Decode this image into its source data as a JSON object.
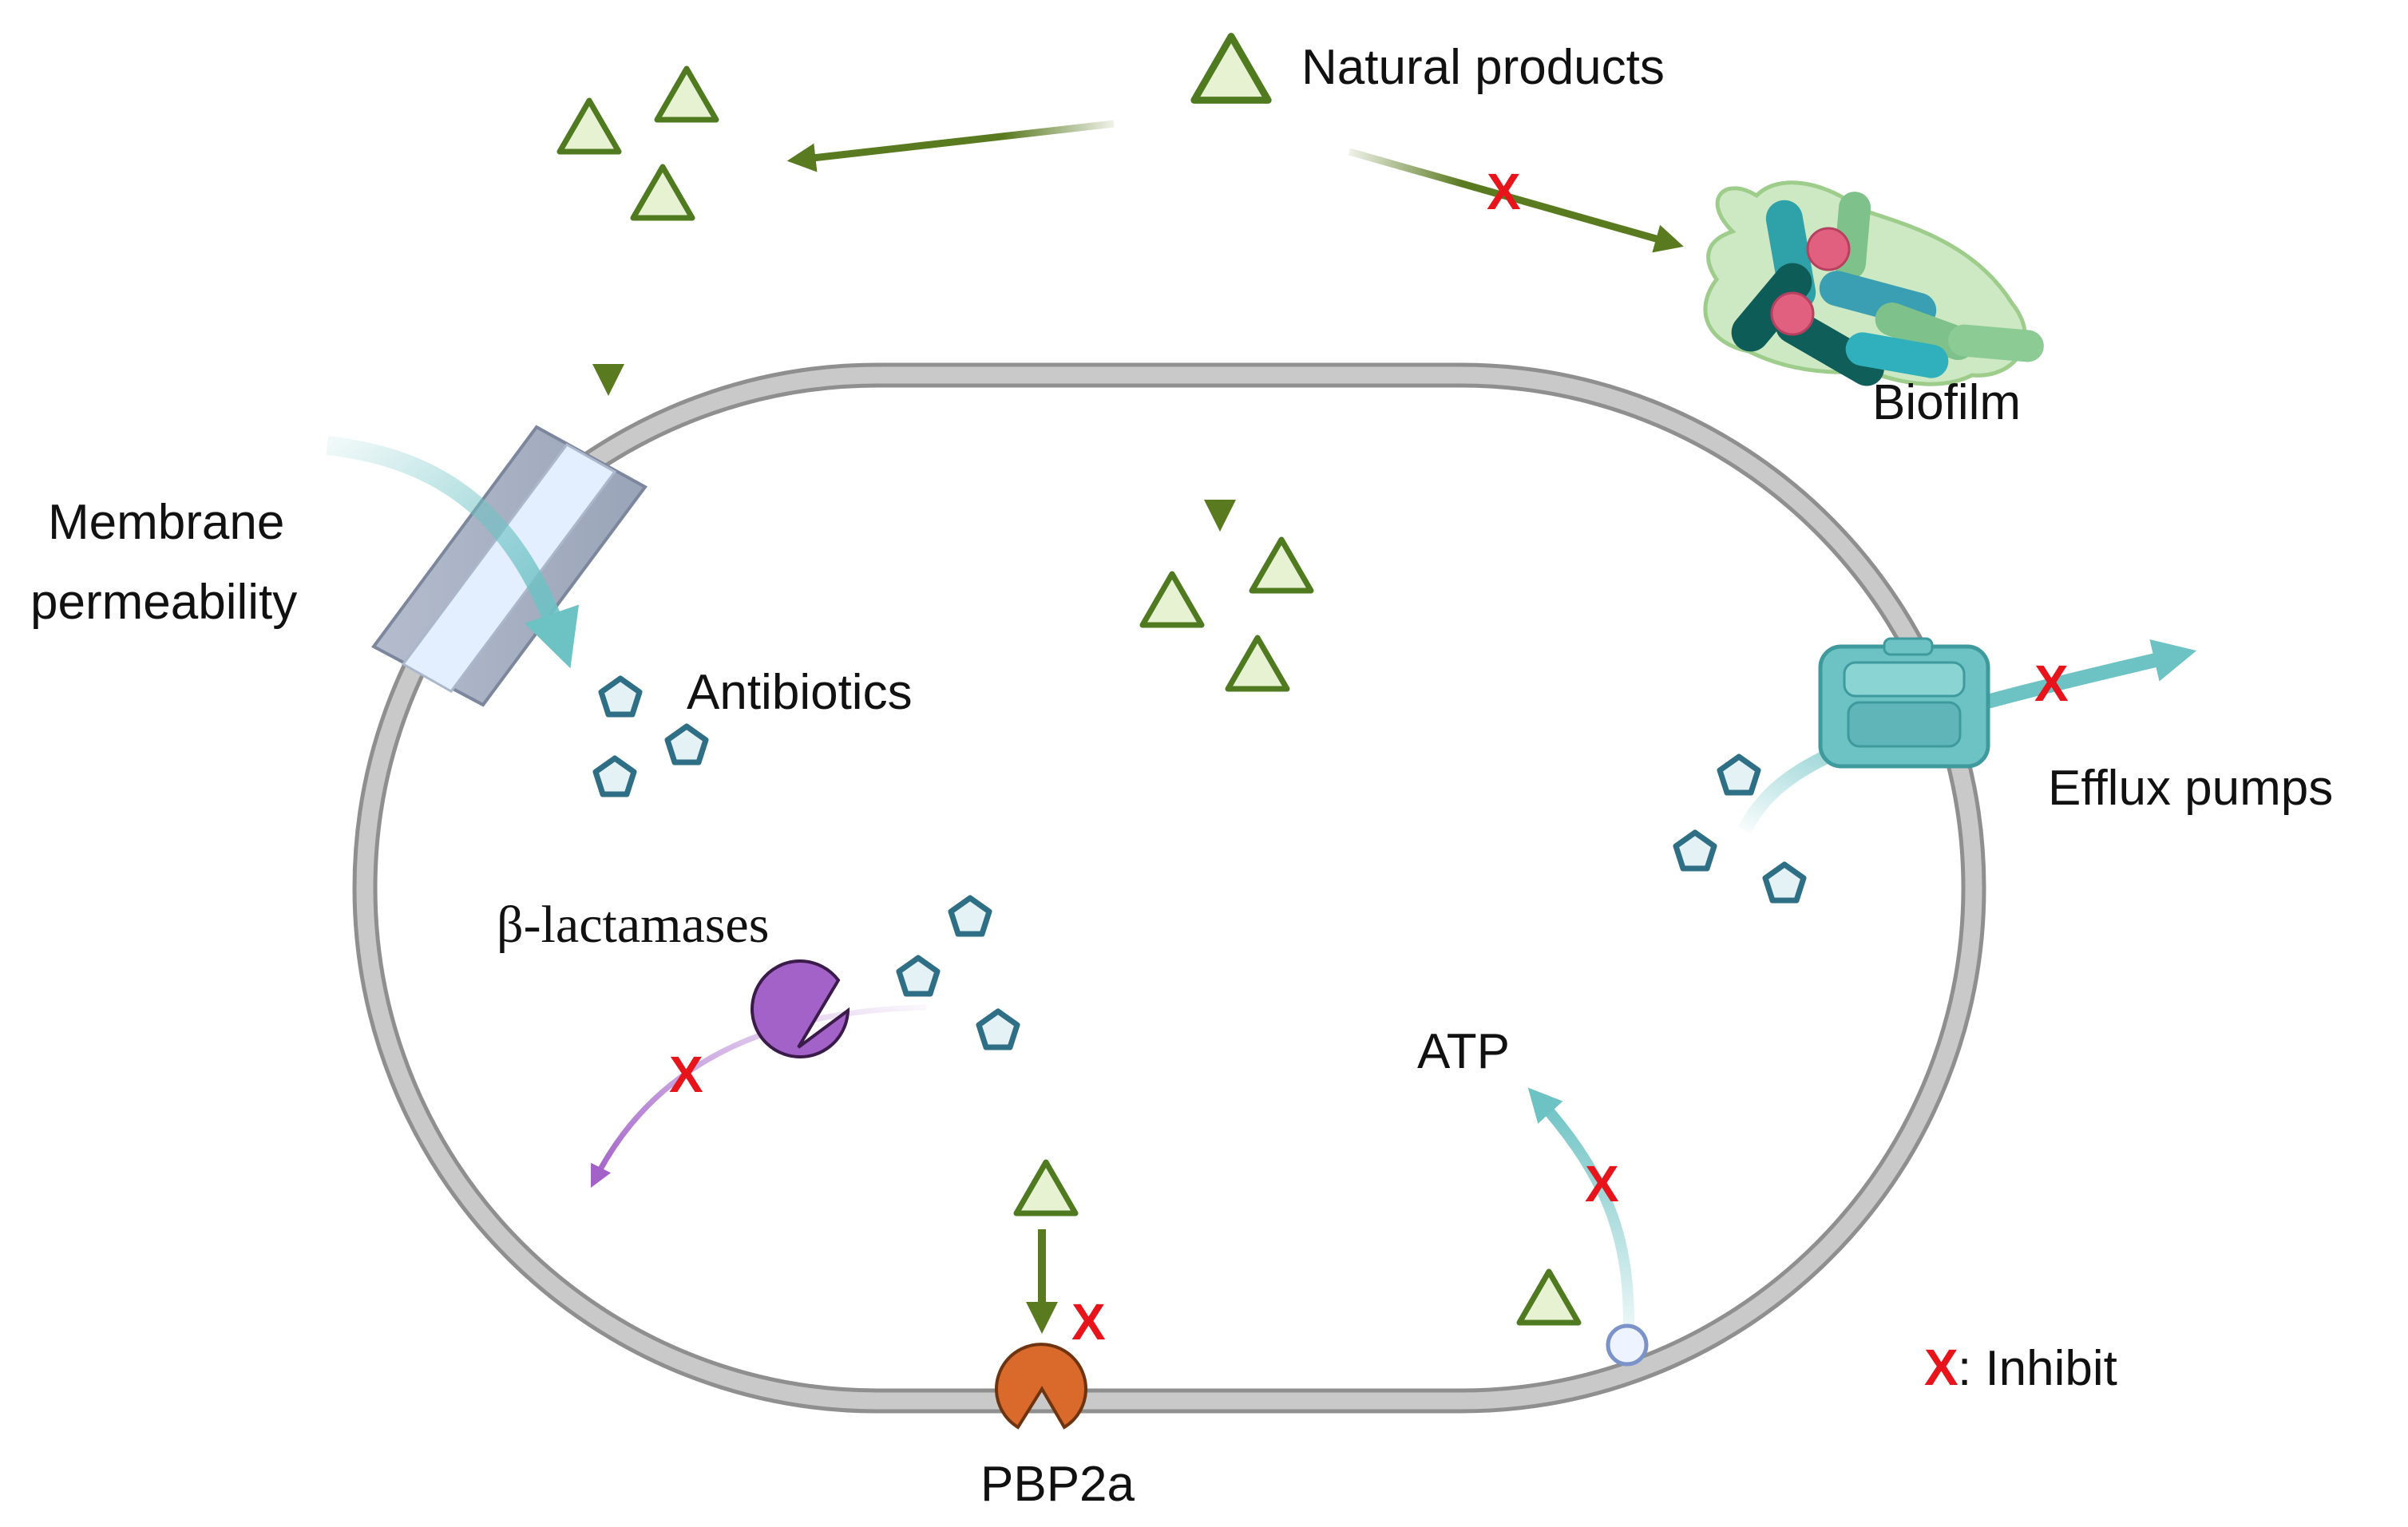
{
  "labels": {
    "natural_products": "Natural products",
    "biofilm": "Biofilm",
    "membrane": "Membrane",
    "permeability": "permeability",
    "antibiotics": "Antibiotics",
    "efflux_pumps": "Efflux pumps",
    "beta_lactamases": "β-lactamases",
    "atp": "ATP",
    "pbp2a": "PBP2a",
    "inhibit": ": Inhibit"
  },
  "inhibit_mark": "X",
  "icons": {
    "natural_product": "triangle-icon",
    "antibiotic": "pentagon-icon",
    "beta_lactamase": "pacman-enzyme-icon",
    "pbp2a": "pacman-enzyme-icon",
    "efflux_pump": "channel-protein-icon",
    "biofilm": "bacteria-cluster-icon",
    "porin": "membrane-channel-icon",
    "atp_synthase": "circle-icon"
  },
  "colors": {
    "arrow_green": "#5a7a20",
    "triangle_fill": "#e6f2d2",
    "triangle_stroke": "#4f7a1f",
    "pentagon_fill": "#e4f1f5",
    "pentagon_stroke": "#2e6f86",
    "teal": "#6dc2c4",
    "purple": "#a262c8",
    "orange": "#d96a2b",
    "inhibit_red": "#e8141b",
    "cell_wall": "#c9c9c9"
  }
}
